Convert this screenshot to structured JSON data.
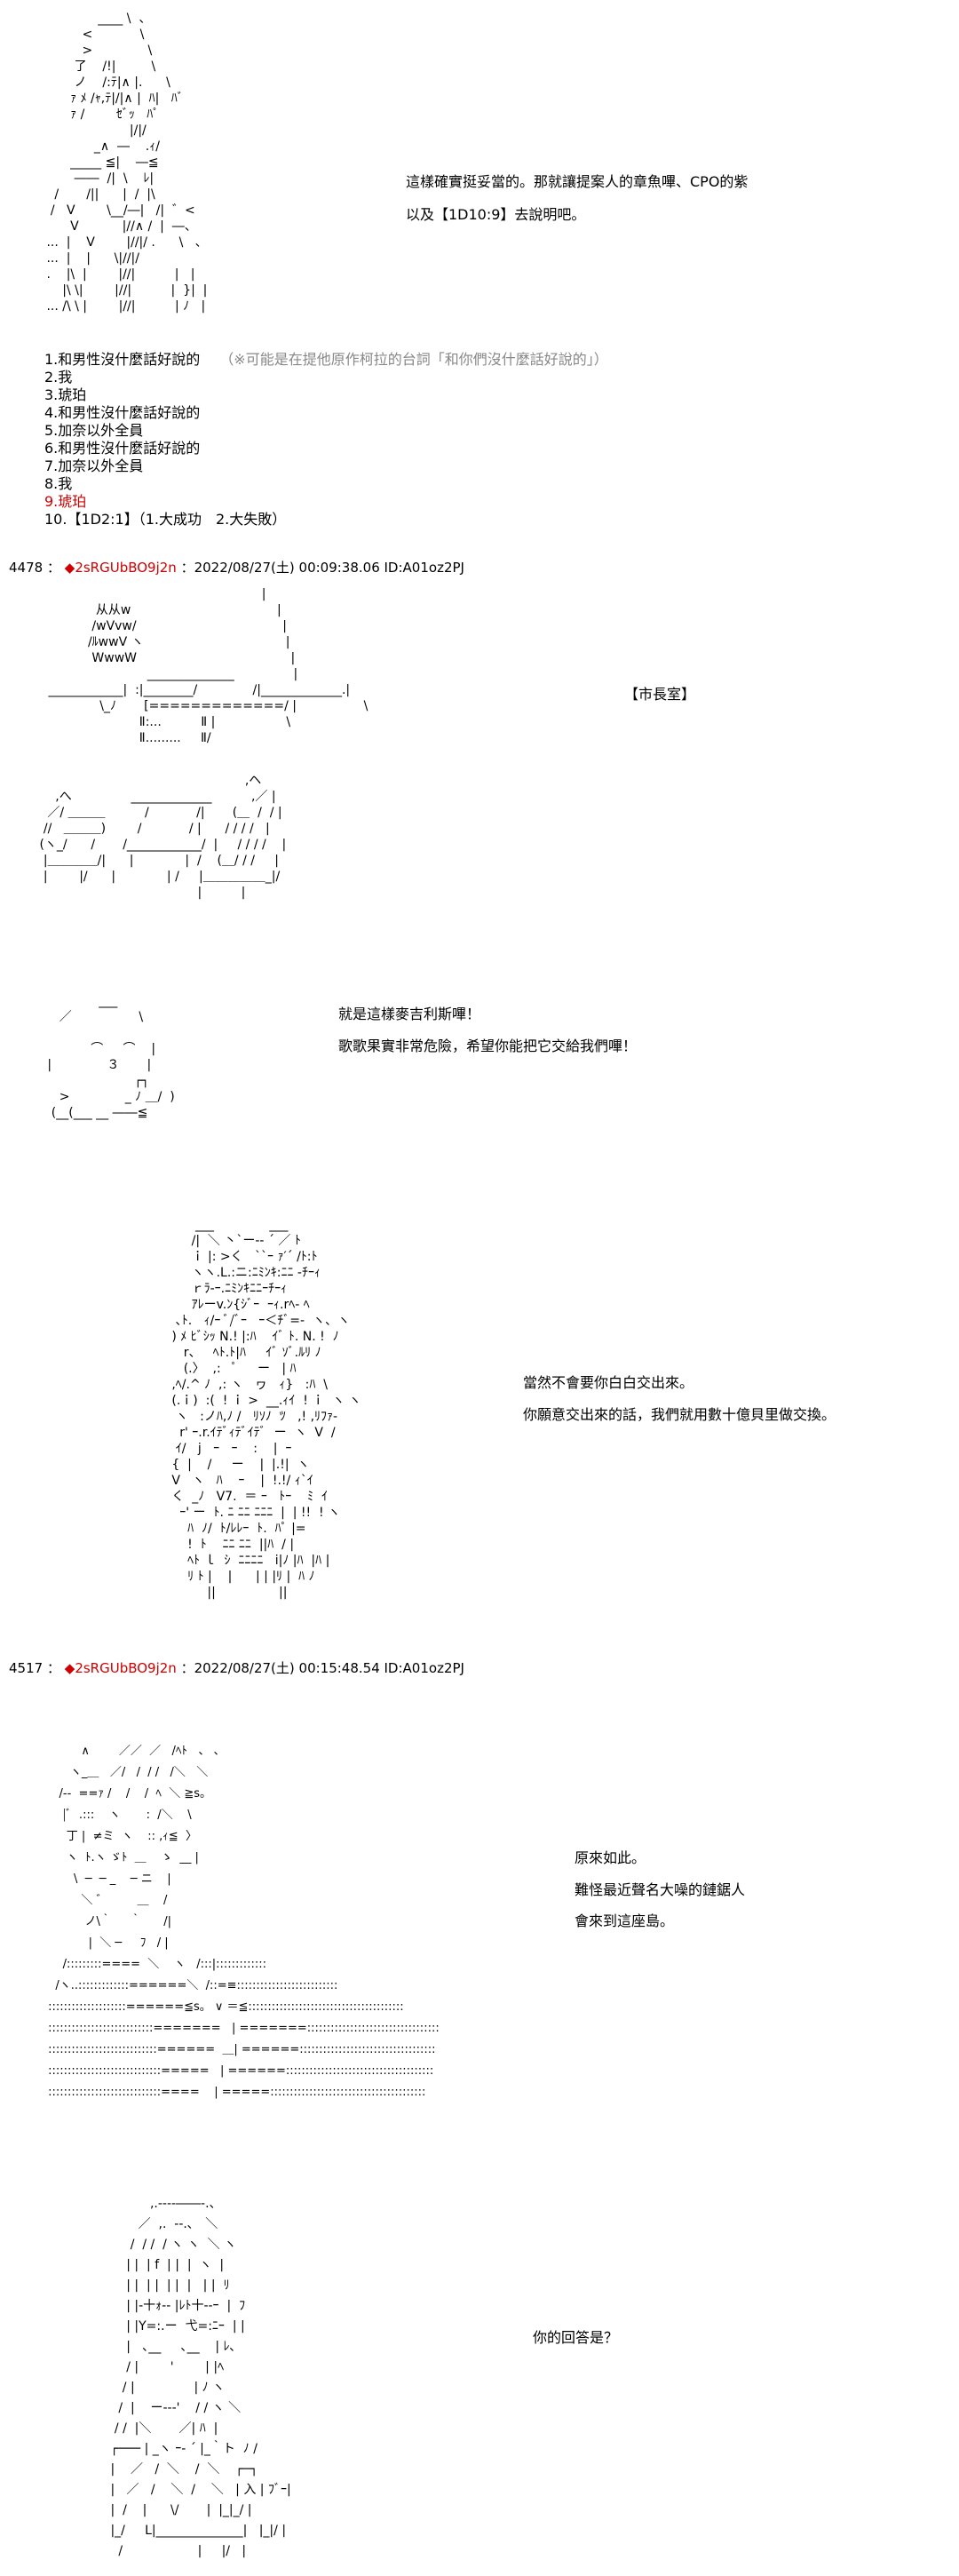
{
  "post1": {
    "aa": [
      "              ____ \\  、",
      "          <            \\",
      "          >              \\",
      "        了    /!|         \\",
      "        ノ    /:ﾃ|∧ |.      \\",
      "       ｧ ﾒ /ｬ,ﾃ|/|∧ |  ﾊ|   ﾊﾞ",
      "       ｧ /        ｾﾞｯ   ﾊﾟ",
      "                      |/|/",
      "             _∧  ―    .ｨ/",
      "       _____ ≦|    ―≦",
      "        ――  /|  \\    ﾚ|",
      "   /       /||      |  /  |\\",
      "  /   V        \\__/―|   /|  ゛<",
      "       V           |//∧ /  |  ―、",
      " ...  |    V        |//|/ .      \\   、",
      " ...  |    |      \\|//|/",
      " .    |\\  |        |//|          |   |",
      "     |\\ \\|        |//|          |  }|  |",
      " ... /\\ \\ |        |//|          | ﾉ   |"
    ],
    "narration": [
      "這樣確實挺妥當的。那就讓提案人的章魚嗶、CPO的紫",
      "以及【1D10:9】去說明吧。"
    ],
    "list": [
      {
        "text": "1.和男性沒什麼話好說的",
        "note": "（※可能是在提他原作柯拉的台詞「和你們沒什麼話好說的」）"
      },
      {
        "text": "2.我"
      },
      {
        "text": "3.琥珀"
      },
      {
        "text": "4.和男性沒什麼話好說的"
      },
      {
        "text": "5.加奈以外全員"
      },
      {
        "text": "6.和男性沒什麼話好說的"
      },
      {
        "text": "7.加奈以外全員"
      },
      {
        "text": "8.我"
      },
      {
        "text": "9.琥珀",
        "highlight": true
      },
      {
        "text": "10.【1D2:1】（1.大成功　2.大失敗）"
      }
    ]
  },
  "post2": {
    "number": "4478",
    "sep": "：",
    "trip_icon": "◆",
    "trip": "2sRGUbBO9j2n",
    "meta": "：2022/08/27(土) 00:09:38.06 ID:A01oz2PJ",
    "room_aa": [
      "                                                       |",
      "             从从w                                     |",
      "            /wVvw/                                     |",
      "           /ﾙwwV ヽ                                    |",
      "            WwwW                                       |",
      "                          ______________               |",
      " ____________|  :|________/              /|_____________.|",
      "              \\_ﾉ       [=============/ |                 \\",
      "                        Ⅱ:...          Ⅱ |                  \\",
      "                        Ⅱ.........     Ⅱ/"
    ],
    "location": "【市長室】",
    "sofa_aa": [
      "                                                     ,ヘ",
      "     ,へ               _____________          ,／ |",
      "   ／/ ＿＿＿          /            /|       (＿  /  / |",
      "  //   ＿＿＿)        /            / |      / / / /   |",
      " (ヽ_/      /       /____________/  |     / / / /    |",
      "  |＿＿＿＿/|      |             |  /    (＿/ / /     |",
      "  |        |/      |             | /     |＿＿＿＿＿_|/",
      "                                         |          |"
    ],
    "blob_aa": [
      "",
      "                ___",
      "      ／                 \\",
      "",
      "              ⌒     ⌒    |",
      "   |              ３       |",
      "                         ┌┐",
      "      >              _ ﾉ ＿/  )",
      "    (__(___ __ ――≦"
    ],
    "dialogue1": [
      "就是這樣麥吉利斯嗶！",
      "歌歌果實非常危險，希望你能把它交給我們嗶！"
    ],
    "char_aa": [
      "         ___              ___",
      "        /|  ＼ 丶`ー-‐ ´ ／ ﾄ",
      "        ｉ |: >く   ``ｰ ｧ′´ /ﾄ:ﾄ",
      "        ヽヽ.L.:ニ:ﾆﾐﾝｷ:ﾆﾆ -ﾁｰｨ",
      "        ｒﾗ-ｰ.ﾆﾐﾝｷﾆﾆｰﾁｰｨ",
      "        ｱﾚーv.ﾝ{ｼﾞｰ  ｰｨ.rﾍ- ﾍ",
      "    ､ﾄ.   ｨ/ｰ ﾞ/ﾞｰ   ｰ＜ﾁﾞ=-  ヽ、ヽ",
      "   ) ﾒ ﾋﾞｼｯ N.! |:ﾊ    ｲﾞ ﾄ. N. !  ﾉ",
      "      r、   ﾍﾄ.ﾄ|ﾊ     ｲﾞ ｿﾞ.ﾙﾘ ﾉ",
      "      (.〉  ,:   ﾟ     ー   | ﾊ",
      "   ,ﾍ/.^ ﾉ  ,: ヽ   ヮ   ｨ}   :ﾊ  \\",
      "   (.ｉ)  :(  ! ｉ >  __.ｨｲ  ! ｉ  ヽ ヽ",
      "    ヽ   :ノﾊ,ﾉ /   ﾘｿﾉ  ﾂ   ,! ,ﾘﾌｧ-",
      "     r' ｰ.r.ｲﾃﾞｨﾃﾞｲﾃﾞ  ー  ヽ  V  /",
      "    ｲ/   j   ｰ   ｰ    :    |  ｰ",
      "   {  |    /     ー    |  |.!|  ヽ",
      "   V   ヽ   ﾊ    ｰ    |  !.!/ ｨ`ｲ",
      "   く  _ﾉ   V7.  ＝ ｰ   ﾄｰ    ﾐ  ｲ",
      "     ｰ' ー  ﾄ. ﾆ ﾆﾆ ﾆﾆﾆ  |  | !!  ! ヽ",
      "       ﾊ  ﾉ/  ﾄ/ﾚﾚｰ  ﾄ.  ﾊﾟ |=",
      "       !  ﾄ    ﾆﾆ ﾆﾆ  ||ﾊ  / |",
      "       ﾍﾄ ｌ  ｼ  ﾆﾆﾆﾆ   i|ﾉ |ﾊ  |ﾊ |",
      "       ﾘ ﾄ |    |      | | |ﾘ |  ﾊ ﾉ",
      "            ||                ||"
    ],
    "dialogue2": [
      "當然不會要你白白交出來。",
      "你願意交出來的話，我們就用數十億貝里做交換。"
    ]
  },
  "post3": {
    "number": "4517",
    "sep": "：",
    "trip_icon": "◆",
    "trip": "2sRGUbBO9j2n",
    "meta": "：2022/08/27(土) 00:15:48.54 ID:A01oz2PJ",
    "aa": [
      "          ∧        ／／  ／   /ﾍﾄ   、 、",
      "       ヽ_＿   ／/   /  / /   /＼   ＼",
      "    /‐-  ==ｧ /    /    /  ﾍ  ＼ ≧s。",
      "     |ﾞ  .:::    ヽ       :  /＼    \\",
      "      丁 |  ≠ミ  ヽ    :: ,ｨ≦  〉",
      "      ヽ  ﾄ.ヽ ゞﾄ  ＿    ゝ  __ |",
      "        \\  ─  ─ _    ─ ニ    |",
      "          ＼ ゛        ＿    /",
      "           ノ\\｀     ｀      /|",
      "            |  ＼ ─     ﾌ   / |",
      "     /:::::::::====  ＼    ヽ   /:::|:::::::::::::",
      "   /ヽ..:::::::::::::======＼  /::=≡::::::::::::::::::::::::::",
      " ::::::::::::::::::::======≦s。 ∨ ＝≦::::::::::::::::::::::::::::::::::::::::",
      " :::::::::::::::::::::::::::=======   | =======::::::::::::::::::::::::::::::::::",
      " ::::::::::::::::::::::::::::======  ＿| ======:::::::::::::::::::::::::::::::::::",
      " :::::::::::::::::::::::::::::=====   | ======::::::::::::::::::::::::::::::::::::::",
      " :::::::::::::::::::::::::::::====    | =====::::::::::::::::::::::::::::::::::::::::"
    ],
    "dialogue1": [
      "原來如此。",
      "難怪最近聲名大噪的鏈鋸人",
      "會來到這座島。"
    ],
    "aa2": [
      "           ,.-‐‐-――-.、",
      "        ／  ,.  ‐-.､   ＼",
      "      /  / /  / ヽ ヽ  ＼ ヽ",
      "     | |  | f  | |  |  ヽ  |",
      "     | |  | |  | |  |   | |  ﾘ",
      "     | |-十ｫ-- |ﾚﾄ十‐-ｰ  |  ﾌ",
      "     | |Y=:.ー  弋=:ﾆｰ  | |",
      "     |   ､__     ､__    | ﾚ､",
      "     / |        '        | |ﾍ",
      "    / |               | ﾉ ヽ",
      "   /  |    ー--‐'    / / ヽ ＼",
      "  / /  |＼       ／| ﾊ  |",
      " ┌─── | _ヽ ｰ‐ ´ |_｀ト  ﾉ /",
      " |    ／   /  ＼    /  ＼    ┌─┐",
      " |   ／   /    ＼  /    ＼   | 入 | ﾌﾞｰ|",
      " |  /    |      \\/       |  |_|_/ |",
      " |_/     L|______________|   |_|/ |",
      "   /                   |     |/   |"
    ],
    "question": "你的回答是？"
  }
}
